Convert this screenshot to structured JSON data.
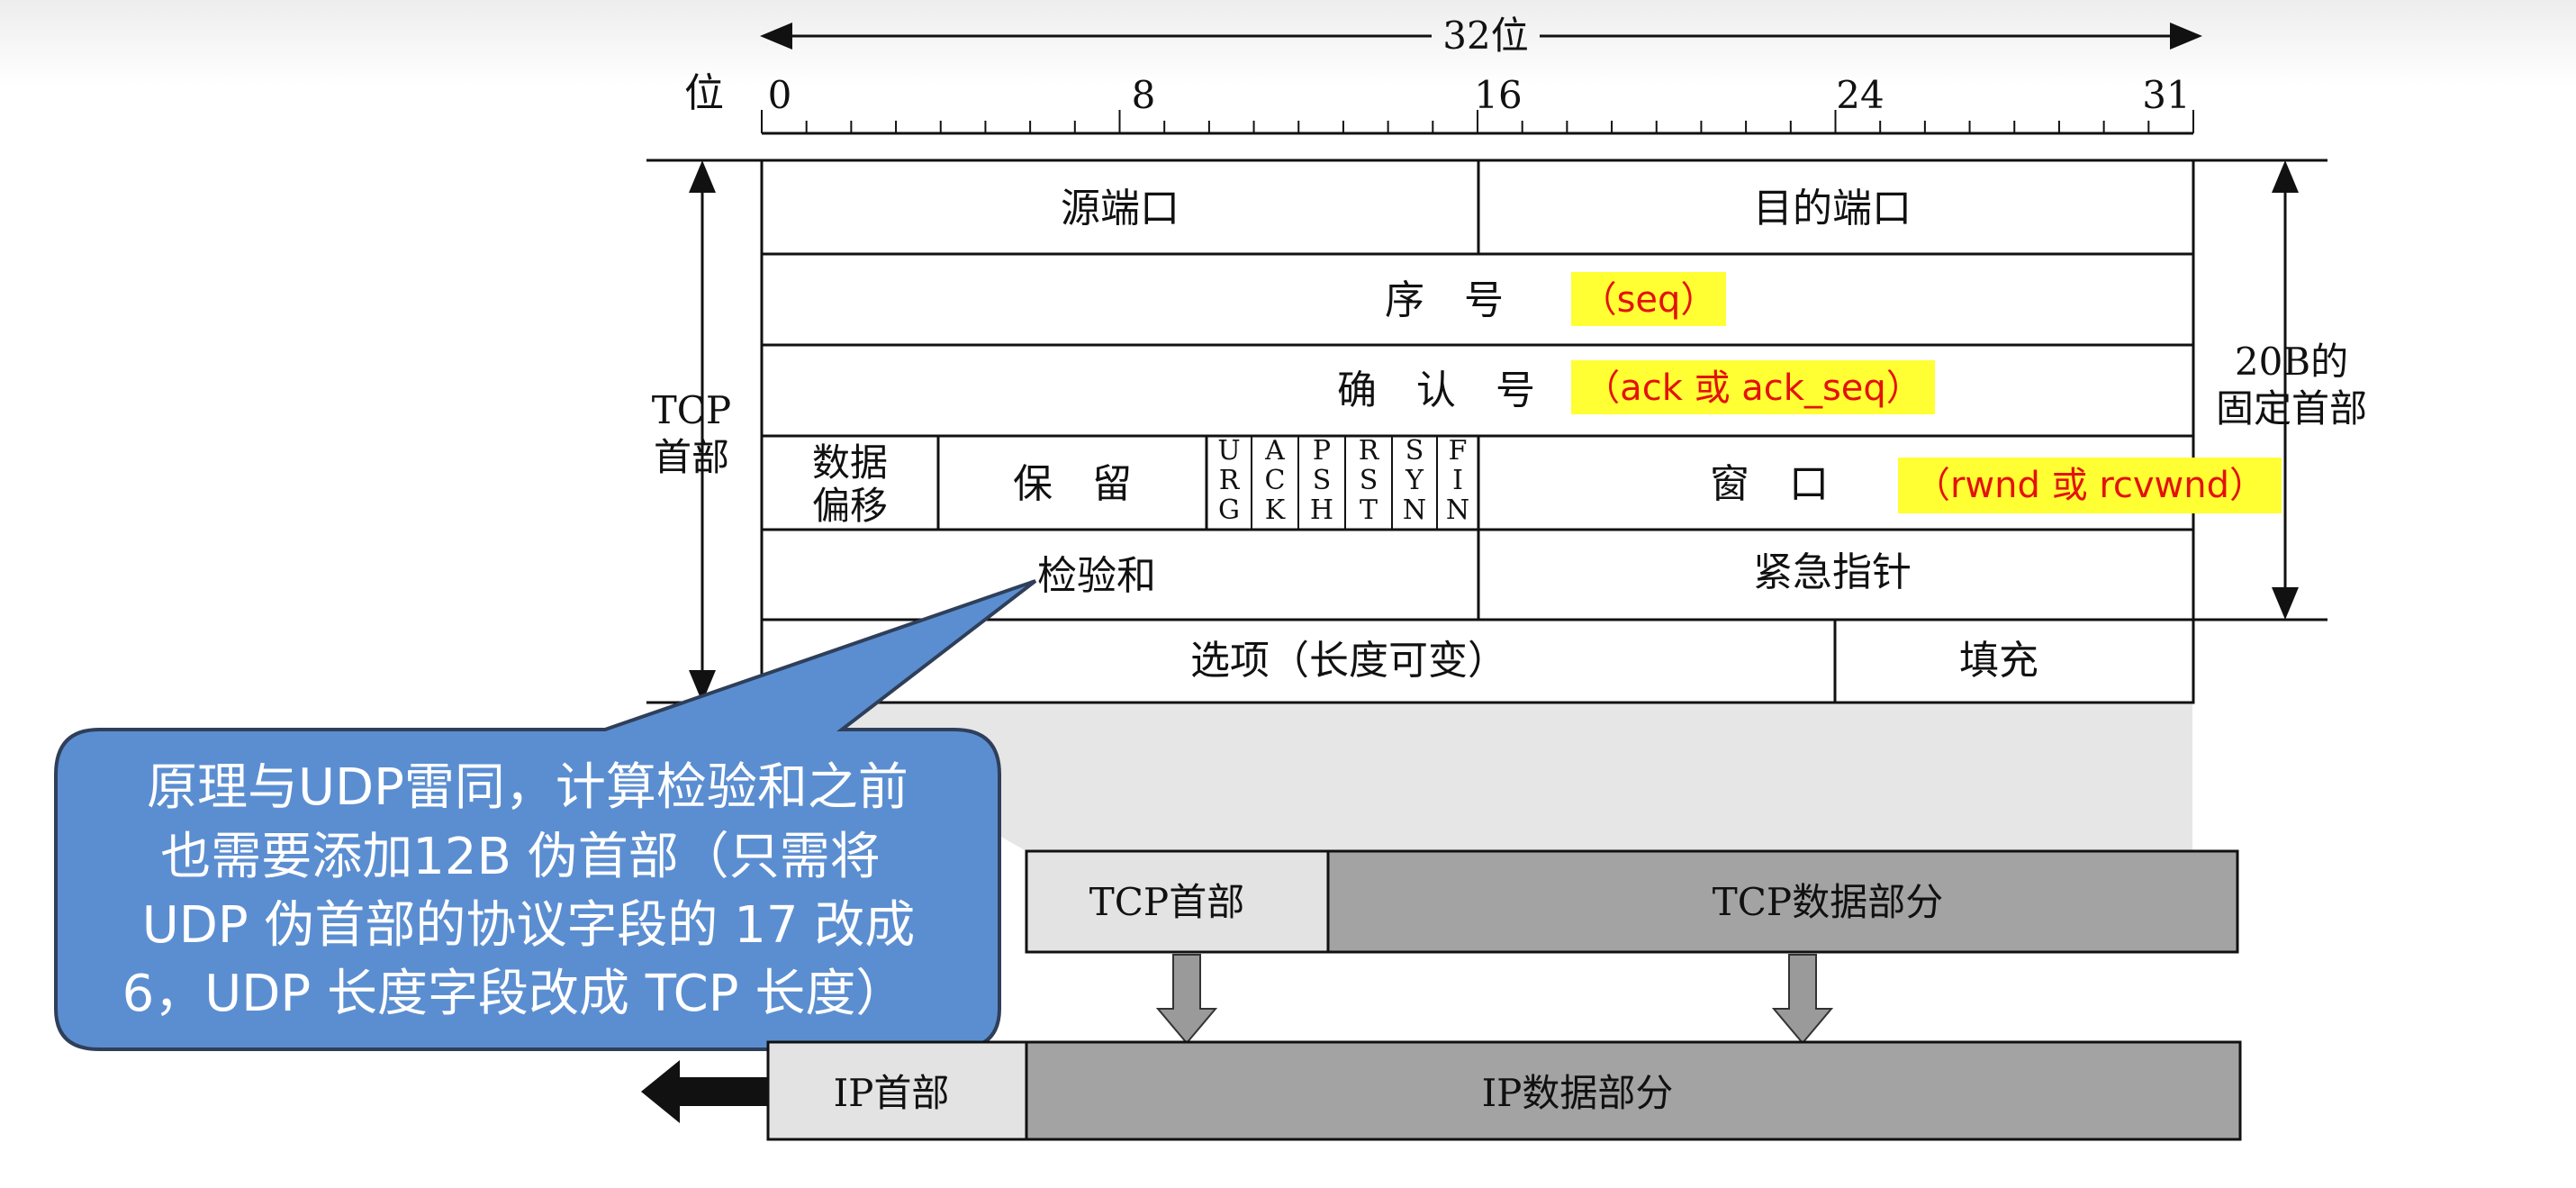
{
  "ruler": {
    "width_label": "32位",
    "bit_label": "位",
    "ticks": [
      "0",
      "8",
      "16",
      "24",
      "31"
    ]
  },
  "header": {
    "left_label_line1": "TCP",
    "left_label_line2": "首部",
    "right_label_line1": "20B的",
    "right_label_line2": "固定首部",
    "source_port": "源端口",
    "dest_port": "目的端口",
    "seq": "序　号",
    "seq_note": "（seq）",
    "ack": "确　认　号",
    "ack_note": "（ack 或 ack_seq）",
    "data_offset_line1": "数据",
    "data_offset_line2": "偏移",
    "reserved": "保　留",
    "flags": [
      [
        "U",
        "R",
        "G"
      ],
      [
        "A",
        "C",
        "K"
      ],
      [
        "P",
        "S",
        "H"
      ],
      [
        "R",
        "S",
        "T"
      ],
      [
        "S",
        "Y",
        "N"
      ],
      [
        "F",
        "I",
        "N"
      ]
    ],
    "window": "窗　口",
    "window_note": "（rwnd 或 rcvwnd）",
    "checksum": "检验和",
    "urgent_pointer": "紧急指针",
    "options": "选项（长度可变）",
    "padding": "填充"
  },
  "callout": {
    "lines": [
      "原理与UDP雷同，计算检验和之前",
      "也需要添加12B 伪首部（只需将",
      "UDP 伪首部的协议字段的 17 改成",
      "6，UDP 长度字段改成 TCP 长度）"
    ]
  },
  "segments": {
    "tcp_header": "TCP首部",
    "tcp_data": "TCP数据部分",
    "ip_header": "IP首部",
    "ip_data": "IP数据部分"
  },
  "colors": {
    "highlight": "#ffff33",
    "note_text": "#e3120b",
    "callout_fill": "#5b8ed1",
    "callout_border": "#2f3f5a",
    "header_box": "#e3e3e3",
    "data_box": "#a3a3a3"
  }
}
